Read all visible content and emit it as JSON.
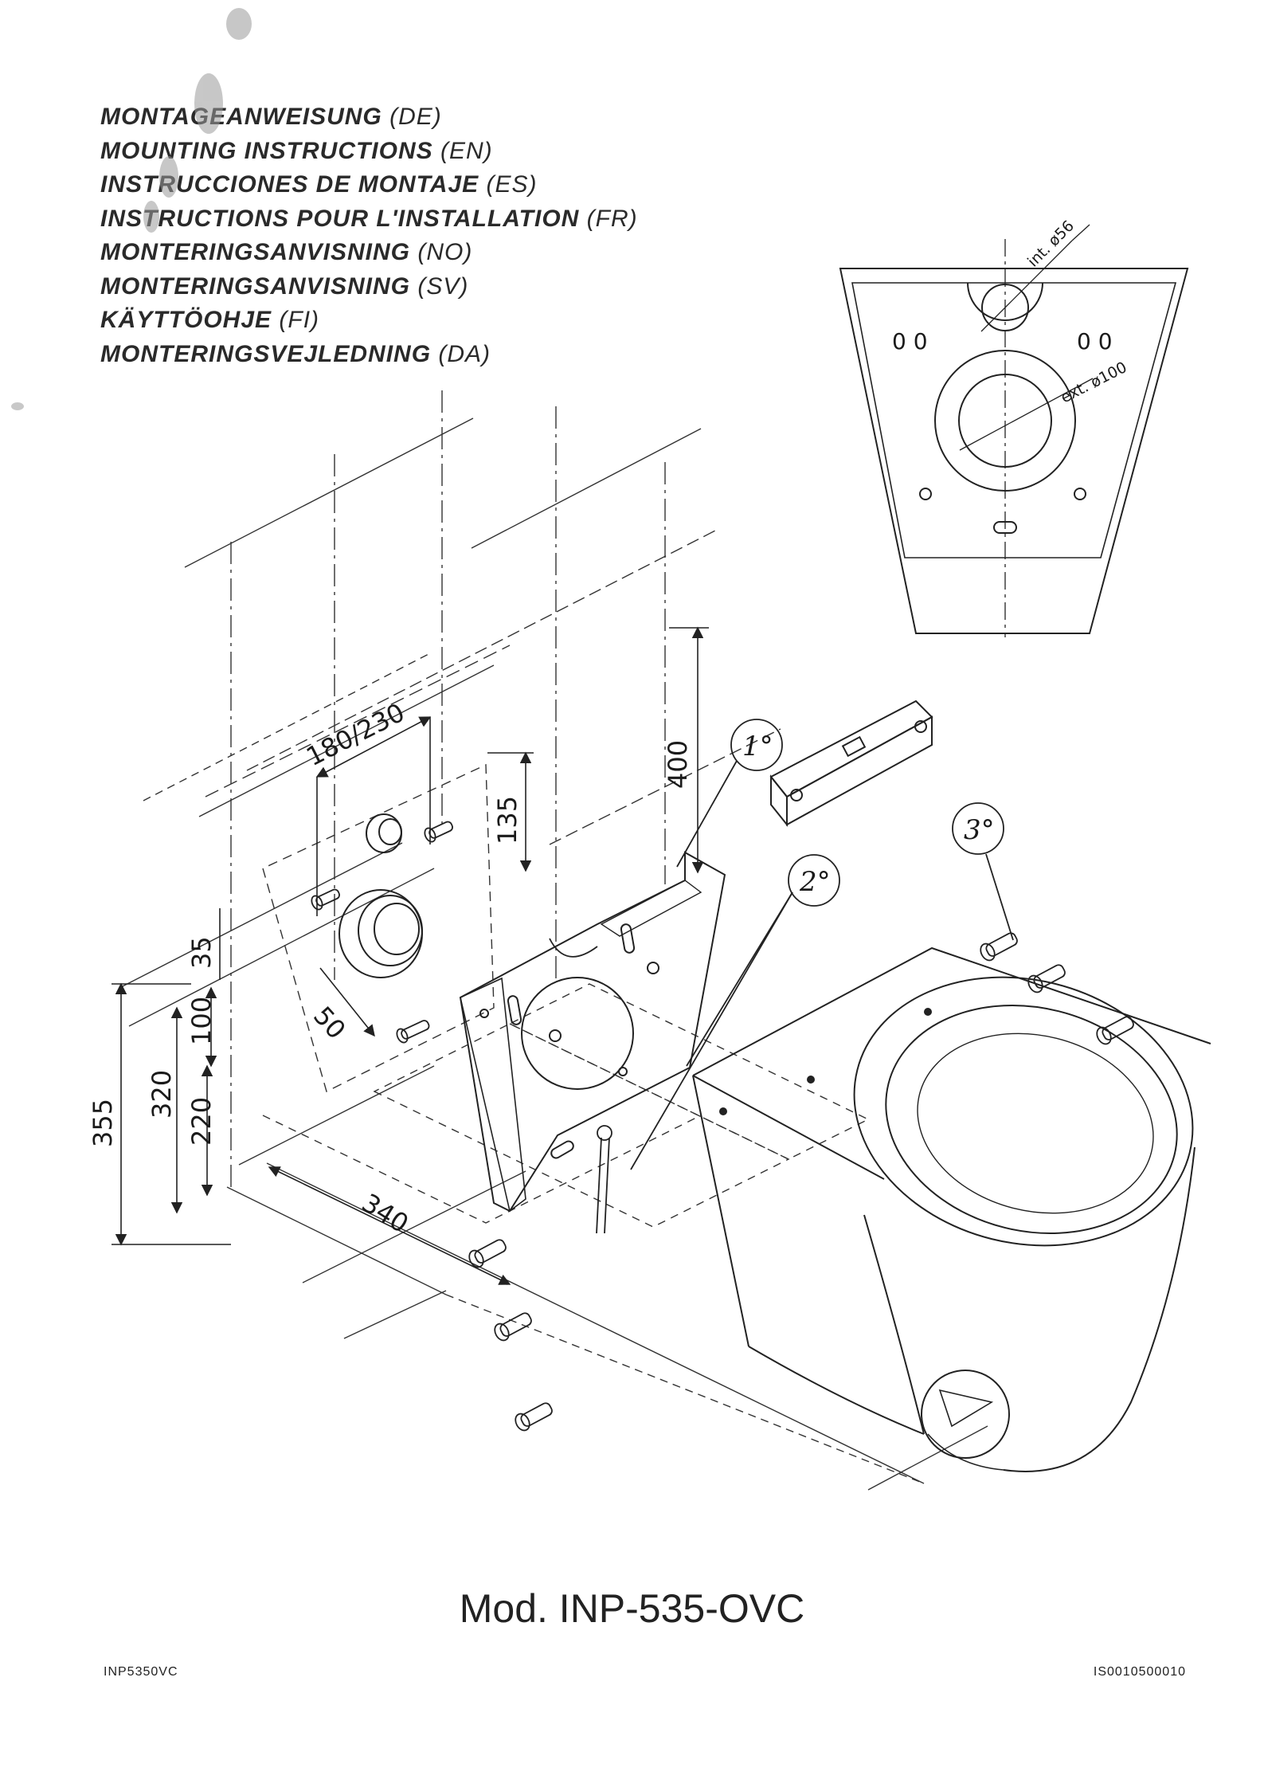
{
  "instructions": {
    "titles": [
      {
        "text": "MONTAGEANWEISUNG",
        "code": "(DE)"
      },
      {
        "text": "MOUNTING INSTRUCTIONS",
        "code": "(EN)"
      },
      {
        "text": "INSTRUCCIONES DE MONTAJE",
        "code": "(ES)"
      },
      {
        "text": "INSTRUCTIONS POUR L'INSTALLATION",
        "code": "(FR)"
      },
      {
        "text": "MONTERINGSANVISNING",
        "code": "(NO)"
      },
      {
        "text": "MONTERINGSANVISNING",
        "code": "(SV)"
      },
      {
        "text": "KÄYTTÖOHJE",
        "code": "(FI)"
      },
      {
        "text": "MONTERINGSVEJLEDNING",
        "code": "(DA)"
      }
    ]
  },
  "dimensions": {
    "span_180_230": "180/230",
    "d135": "135",
    "d400": "400",
    "d35": "35",
    "d100": "100",
    "d50": "50",
    "d355": "355",
    "d320": "320",
    "d220": "220",
    "d340": "340"
  },
  "detail": {
    "int_label": "int. ø56",
    "ext_label": "ext. ø100",
    "holes_left": "0 0",
    "holes_right": "0 0"
  },
  "steps": {
    "step1": "1°",
    "step2": "2°",
    "step3": "3°"
  },
  "footer": {
    "model": "Mod. INP-535-OVC",
    "ref_left": "INP5350VC",
    "ref_right": "IS0010500010"
  }
}
